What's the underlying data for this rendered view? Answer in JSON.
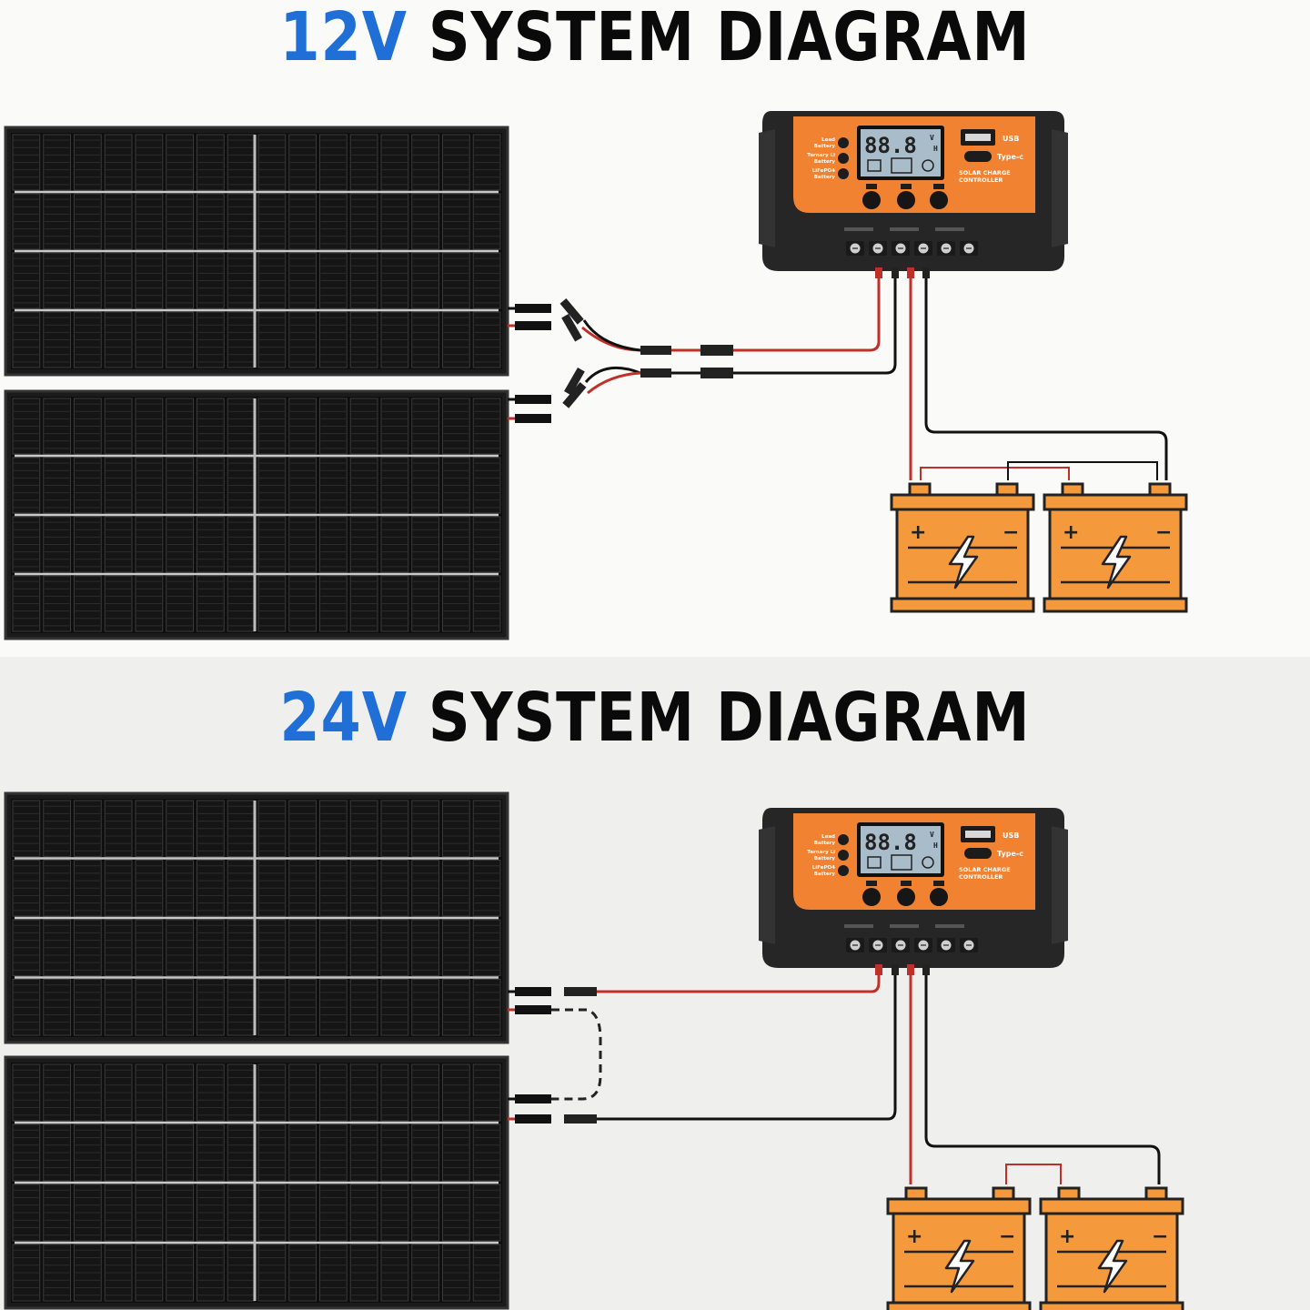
{
  "top": {
    "title_voltage": "12V",
    "title_rest": " SYSTEM DIAGRAM"
  },
  "bottom": {
    "title_voltage": "24V",
    "title_rest": " SYSTEM DIAGRAM"
  },
  "controller": {
    "lcd_digits": "88.8",
    "lcd_unit_v": "V",
    "lcd_unit_h": "H",
    "usb_label": "USB",
    "typec_label": "Type-c",
    "name_line1": "SOLAR CHARGE",
    "name_line2": "CONTROLLER",
    "led_label_1a": "Lead",
    "led_label_1b": "Battery",
    "led_label_2a": "Ternary Li",
    "led_label_2b": "Battery",
    "led_label_3a": "LiFePO4",
    "led_label_3b": "Battery"
  },
  "battery": {
    "plus": "+",
    "minus": "−"
  },
  "colors": {
    "accent_blue": "#1f6fd6",
    "controller_orange": "#f08232",
    "battery_orange": "#f49a3c",
    "wire_red": "#c0302a",
    "wire_black": "#1a1a1a"
  }
}
